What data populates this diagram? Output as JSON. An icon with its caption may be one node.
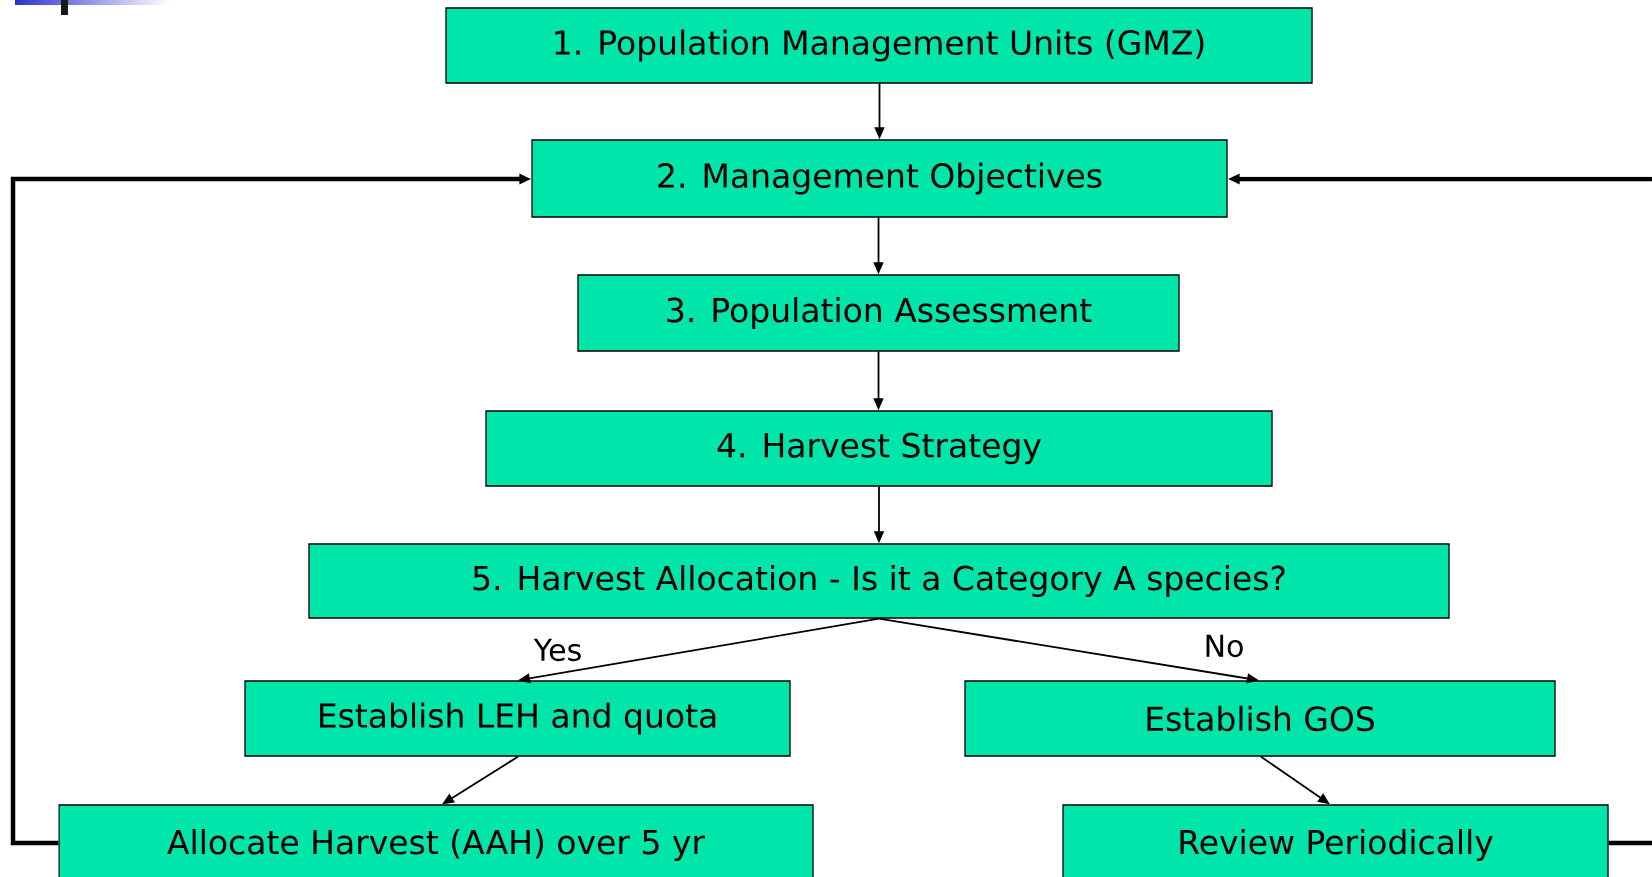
{
  "diagram": {
    "nodes": [
      {
        "text": [
          "1. Population Management Units (GMZ)"
        ]
      },
      {
        "text": [
          "2. Management Objectives"
        ]
      },
      {
        "text": [
          "3. Population Assessment"
        ]
      },
      {
        "text": [
          "4. Harvest Strategy"
        ]
      },
      {
        "text": [
          "5. Harvest Allocation - Is it a Category A species?"
        ]
      },
      {
        "text": [
          "Establish LEH and quota"
        ]
      },
      {
        "text": [
          "Establish GOS"
        ]
      },
      {
        "text": [
          "Allocate Harvest (AAH) over 5 yr"
        ]
      },
      {
        "text": [
          "Review Periodically"
        ]
      }
    ],
    "edges": [
      {
        "from": 0,
        "to": 1,
        "arrow": "to"
      },
      {
        "from": 1,
        "to": 2,
        "arrow": "to"
      },
      {
        "from": 2,
        "to": 3,
        "arrow": "to"
      },
      {
        "from": 3,
        "to": 4,
        "arrow": "to"
      },
      {
        "from": 4,
        "to": 5,
        "arrow": "to",
        "label": "Yes"
      },
      {
        "from": 4,
        "to": 6,
        "arrow": "to",
        "label": "No"
      },
      {
        "from": 5,
        "to": 7,
        "arrow": "to"
      },
      {
        "from": 6,
        "to": 8,
        "arrow": "to"
      },
      {
        "from": 7,
        "to": 1,
        "arrow": "to",
        "style": "thick"
      },
      {
        "from": 8,
        "to": 1,
        "arrow": "to",
        "style": "thick"
      }
    ]
  }
}
